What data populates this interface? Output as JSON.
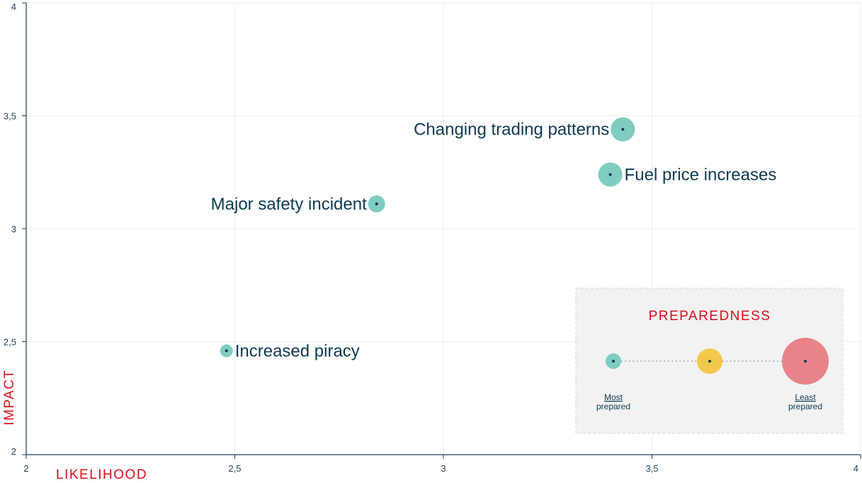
{
  "chart_data": {
    "type": "scatter",
    "title": "",
    "xlabel": "LIKELIHOOD",
    "ylabel": "IMPACT",
    "xlim": [
      2,
      4
    ],
    "ylim": [
      2,
      4
    ],
    "xticks": [
      "2",
      "2,5",
      "3",
      "3,5",
      "4"
    ],
    "yticks": [
      "2",
      "2,5",
      "3",
      "3,5",
      "4"
    ],
    "grid": true,
    "points": [
      {
        "label": "Changing trading patterns",
        "x": 3.43,
        "y": 3.44,
        "preparedness": "most",
        "color": "#7fcdc1",
        "label_side": "left"
      },
      {
        "label": "Fuel price increases",
        "x": 3.4,
        "y": 3.24,
        "preparedness": "most",
        "color": "#7fcdc1",
        "label_side": "right"
      },
      {
        "label": "Major safety incident",
        "x": 2.84,
        "y": 3.11,
        "preparedness": "most",
        "color": "#7fcdc1",
        "label_side": "left"
      },
      {
        "label": "Increased piracy",
        "x": 2.48,
        "y": 2.46,
        "preparedness": "most",
        "color": "#7fcdc1",
        "label_side": "right"
      }
    ],
    "legend": {
      "title": "PREPAREDNESS",
      "placement": "bottom-right",
      "items": [
        {
          "caption_top": "Most",
          "caption_bottom": "prepared",
          "color": "#7fcdc1"
        },
        {
          "caption_top": "",
          "caption_bottom": "",
          "color": "#f2c94c"
        },
        {
          "caption_top": "Least",
          "caption_bottom": "prepared",
          "color": "#e8838a"
        }
      ]
    }
  }
}
